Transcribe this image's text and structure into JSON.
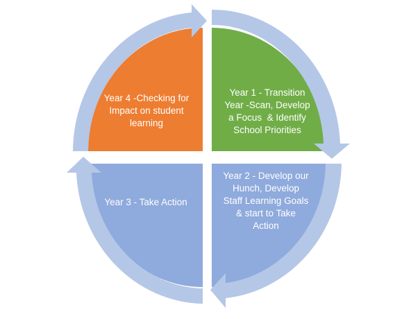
{
  "diagram": {
    "type": "cycle",
    "quadrants": [
      {
        "id": "year-1",
        "lines": [
          "Year 1 - Transition",
          "Year -Scan, Develop",
          "a Focus  & Identify",
          "School Priorities"
        ],
        "color": "#70ad47"
      },
      {
        "id": "year-2",
        "lines": [
          "Year 2 - Develop our",
          "Hunch, Develop",
          "Staff Learning Goals",
          "& start to Take",
          "Action"
        ],
        "color": "#8faadc"
      },
      {
        "id": "year-3",
        "lines": [
          "Year 3 - Take Action"
        ],
        "color": "#8faadc"
      },
      {
        "id": "year-4",
        "lines": [
          "Year 4 -Checking for",
          "Impact on student",
          "learning"
        ],
        "color": "#ed7d31"
      }
    ],
    "arrow_color": "#b4c7e7",
    "text_color": "#ffffff"
  }
}
